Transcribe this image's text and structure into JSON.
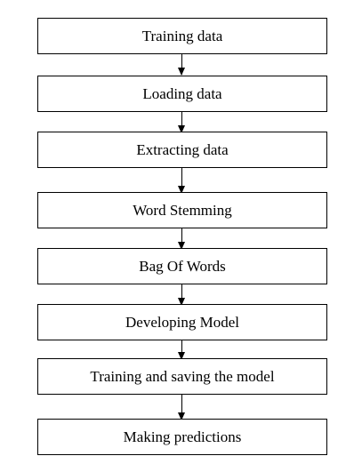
{
  "flowchart": {
    "steps": [
      "Training data",
      "Loading data",
      "Extracting data",
      "Word Stemming",
      "Bag Of Words",
      "Developing Model",
      "Training and saving the model",
      "Making predictions"
    ]
  }
}
